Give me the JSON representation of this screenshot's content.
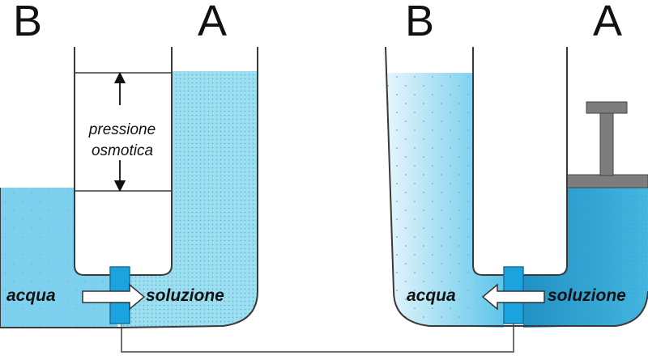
{
  "left_setup": {
    "side_b_label": "B",
    "side_a_label": "A",
    "water_label": "acqua",
    "solution_label": "soluzione",
    "pressure_label_line1": "pressione",
    "pressure_label_line2": "osmotica"
  },
  "right_setup": {
    "side_b_label": "B",
    "side_a_label": "A",
    "water_label": "acqua",
    "solution_label": "soluzione"
  },
  "colors": {
    "water": "#4ec3eb",
    "solution_light": "#8fdcef",
    "solution_pressed": "#2aa6d6",
    "membrane": "#1aa3df",
    "piston": "#7d7d7d",
    "outline": "#3a3a3a"
  }
}
